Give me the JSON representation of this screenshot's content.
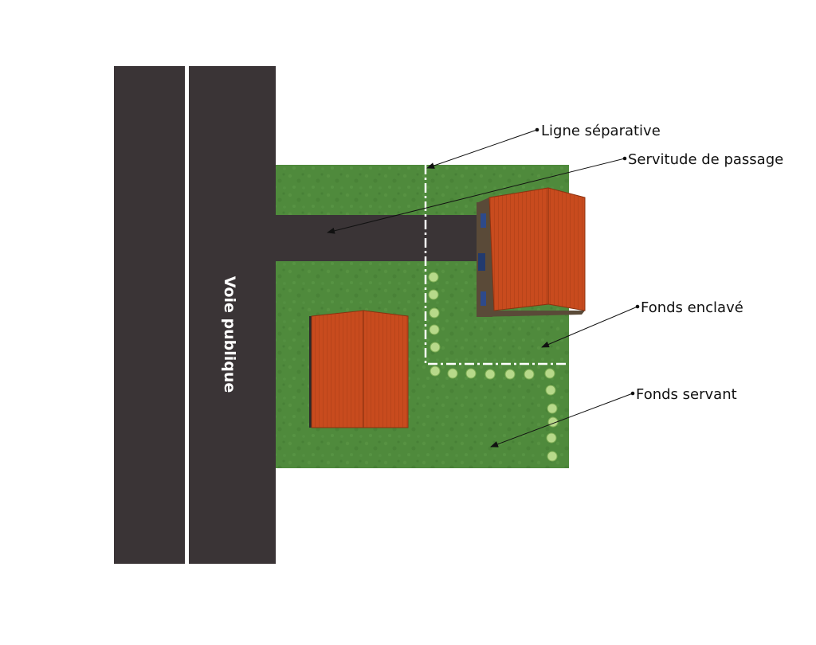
{
  "diagram": {
    "labels": {
      "ligne_separative": "Ligne séparative",
      "servitude_de_passage": "Servitude de passage",
      "fonds_enclave": "Fonds enclavé",
      "fonds_servant": "Fonds servant",
      "voie_publique": "Voie publique"
    },
    "colors": {
      "road": "#3a3436",
      "grass": "#4f8a3c",
      "roof": "#c84b1e",
      "wall": "#5a4a38",
      "separation_line": "#ffffff",
      "hedge": "#b7d98a"
    }
  }
}
